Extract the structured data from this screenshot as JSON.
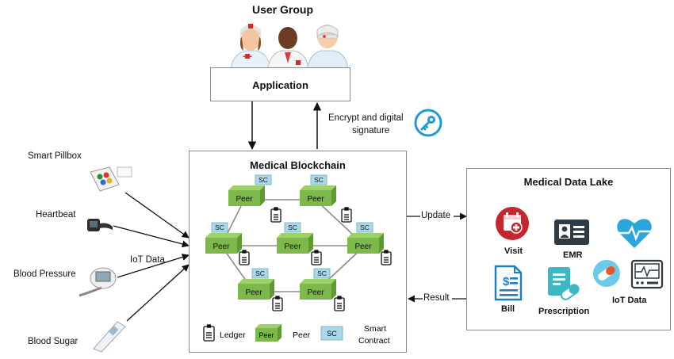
{
  "user_group": {
    "title": "User Group"
  },
  "application": {
    "label": "Application"
  },
  "encrypt": {
    "line1": "Encrypt and digital",
    "line2": "signature"
  },
  "blockchain": {
    "title": "Medical Blockchain",
    "peer_label": "Peer",
    "sc_label": "SC"
  },
  "legend": {
    "ledger": "Ledger",
    "peer_box": "Peer",
    "peer": "Peer",
    "sc": "SC",
    "smart_line1": "Smart",
    "smart_line2": "Contract"
  },
  "devices": [
    {
      "label": "Smart Pillbox"
    },
    {
      "label": "Heartbeat"
    },
    {
      "label": "Blood Pressure"
    },
    {
      "label": "Blood Sugar"
    }
  ],
  "iot_label": "IoT Data",
  "flows": {
    "update": "Update",
    "result": "Result"
  },
  "data_lake": {
    "title": "Medical Data Lake",
    "items": [
      {
        "label": "Visit"
      },
      {
        "label": "EMR"
      },
      {
        "label": "Bill"
      },
      {
        "label": "Prescription"
      },
      {
        "label": "IoT Data"
      }
    ]
  },
  "colors": {
    "peer_green": "#7db84a",
    "sc_blue": "#a9d8ea",
    "key_blue": "#1e9ad6",
    "visit_red": "#c6262e",
    "emr_dark": "#2e3a44",
    "heart_blue": "#2aa6dc",
    "bill_blue": "#1e7fc0",
    "rx_teal": "#3bb8c4"
  }
}
